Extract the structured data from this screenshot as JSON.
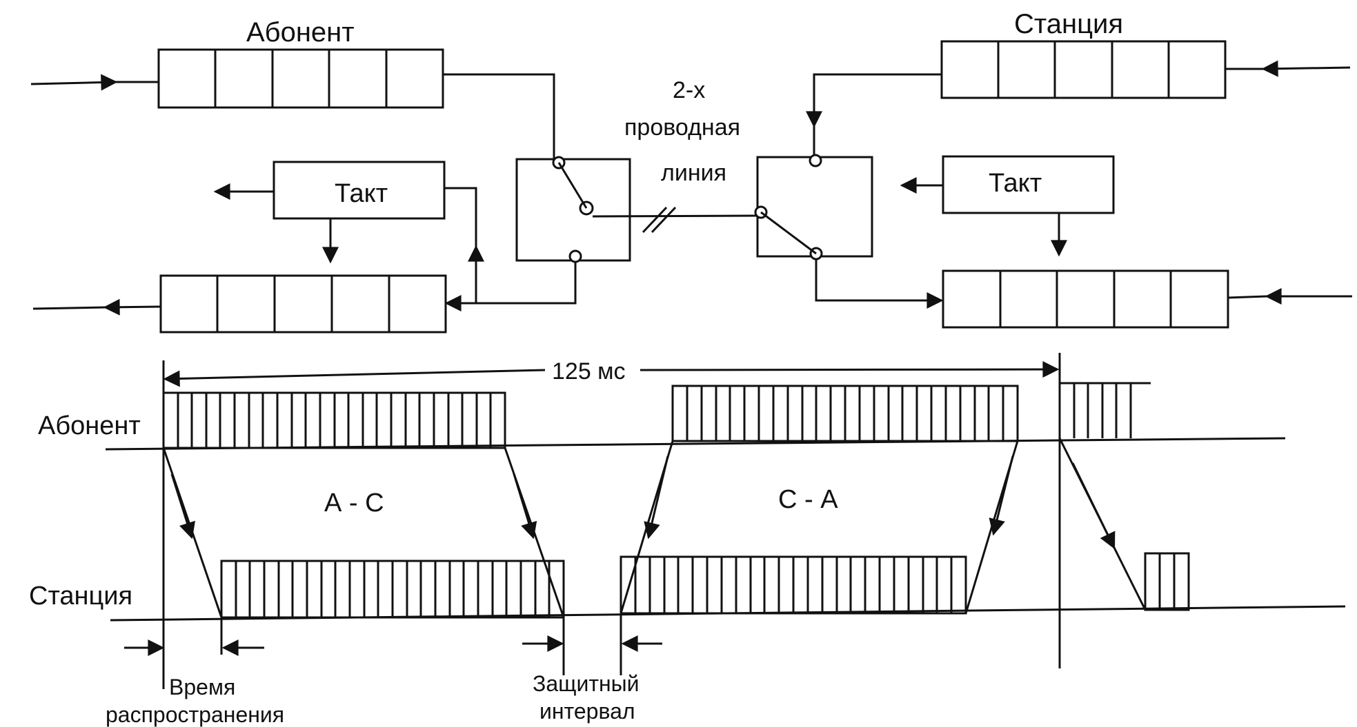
{
  "labels": {
    "subscriber_top": "Абонент",
    "station_top": "Станция",
    "line_line1": "2-х",
    "line_line2": "проводная",
    "line_line3": "линия",
    "clock_left": "Такт",
    "clock_right": "Такт",
    "period": "125 мс",
    "subscriber_row": "Абонент",
    "station_row": "Станция",
    "dir_ac": "А - С",
    "dir_ca": "С - А",
    "prop_line1": "Время",
    "prop_line2": "распространения",
    "guard_line1": "Защитный",
    "guard_line2": "интервал"
  },
  "colors": {
    "ink": "#111111",
    "background": "#ffffff"
  }
}
